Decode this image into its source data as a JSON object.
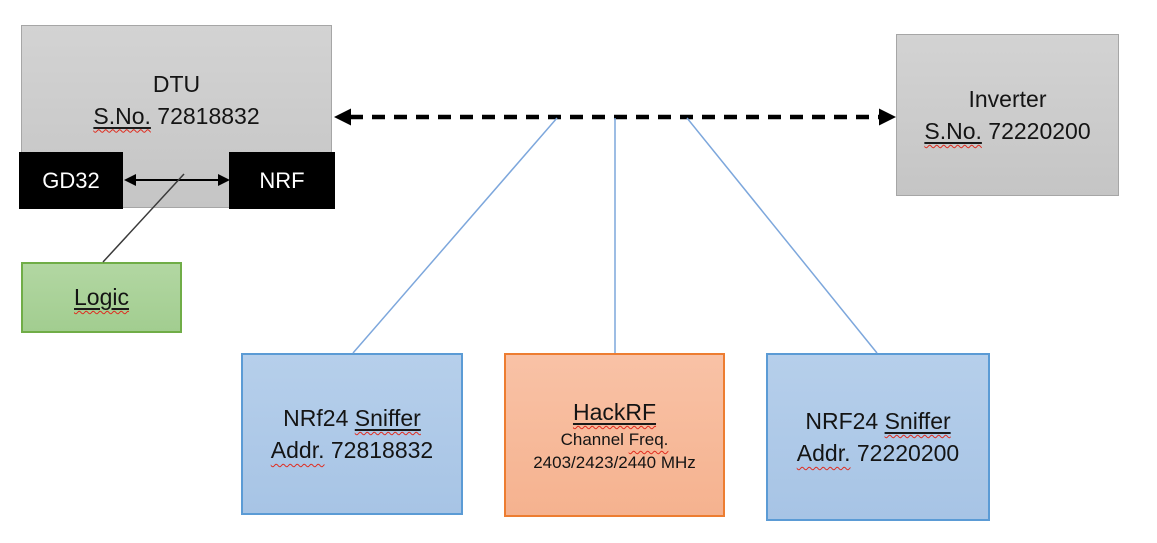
{
  "nodes": {
    "dtu": {
      "title": "DTU",
      "serial_label": "S.No.",
      "serial_number": "72818832"
    },
    "gd32": {
      "label": "GD32"
    },
    "nrf": {
      "label": "NRF"
    },
    "logic": {
      "label": "Logic"
    },
    "inverter": {
      "title": "Inverter",
      "serial_label": "S.No.",
      "serial_number": "72220200"
    },
    "sniffer_left": {
      "model": "NRf24",
      "role": "Sniffer",
      "addr_label": "Addr.",
      "addr_number": "72818832"
    },
    "hackrf": {
      "title": "HackRF",
      "channel_label": "Channel",
      "freq_label": "Freq.",
      "frequencies": "2403/2423/2440 MHz"
    },
    "sniffer_right": {
      "model": "NRF24",
      "role": "Sniffer",
      "addr_label": "Addr.",
      "addr_number": "72220200"
    }
  },
  "colors": {
    "gray_fill": "#cbcbcb",
    "gray_border": "#a6a6a6",
    "black_fill": "#000000",
    "green_fill": "#a9d29a",
    "green_border": "#70ad47",
    "blue_fill": "#aec9e8",
    "blue_border": "#5b9bd5",
    "orange_fill": "#f8bb9e",
    "orange_border": "#ed7d31",
    "connector_blue": "#7da7dc",
    "arrow_black": "#000000",
    "spellcheck_red": "#e02b1e"
  }
}
